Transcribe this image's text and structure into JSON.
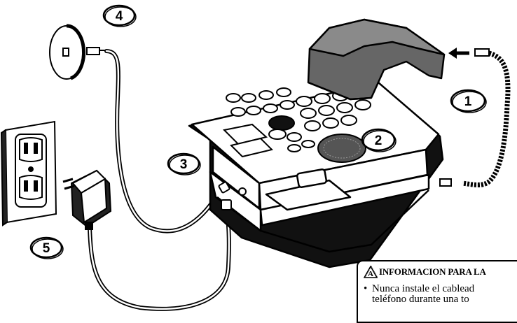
{
  "callouts": [
    {
      "id": "1",
      "label": "1"
    },
    {
      "id": "2",
      "label": "2"
    },
    {
      "id": "3",
      "label": "3"
    },
    {
      "id": "4",
      "label": "4"
    },
    {
      "id": "5",
      "label": "5"
    }
  ],
  "safety_box": {
    "title": "INFORMACION PARA LA",
    "line1": "Nunca instale el cablead",
    "line2": "teléfono durante una to",
    "icon": "warning-triangle-icon"
  }
}
